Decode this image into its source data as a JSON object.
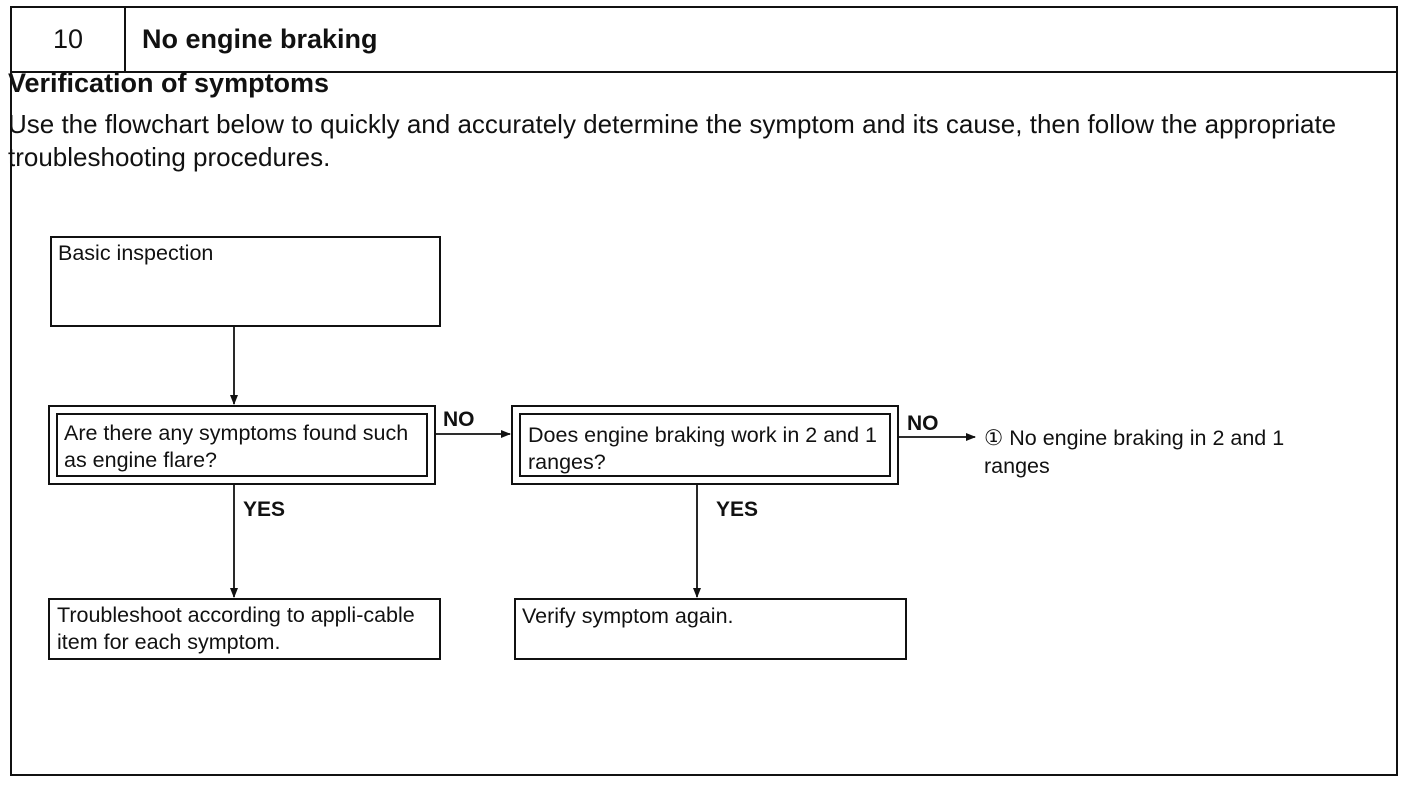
{
  "header": {
    "number": "10",
    "title": "No engine braking"
  },
  "section": {
    "heading": "Verification of symptoms",
    "intro": "Use the flowchart below to quickly and accurately determine the symptom and its cause, then follow the appropriate troubleshooting procedures."
  },
  "flowchart": {
    "basic_inspection": "Basic inspection",
    "question1": "Are there any symptoms found such as engine flare?",
    "question2": "Does engine braking work in 2 and 1 ranges?",
    "troubleshoot": "Troubleshoot according to appli-cable item for each symptom.",
    "verify": "Verify symptom again.",
    "no_label_1": "NO",
    "no_label_2": "NO",
    "yes_label_1": "YES",
    "yes_label_2": "YES",
    "result_no": "① No engine braking in 2 and 1 ranges"
  }
}
